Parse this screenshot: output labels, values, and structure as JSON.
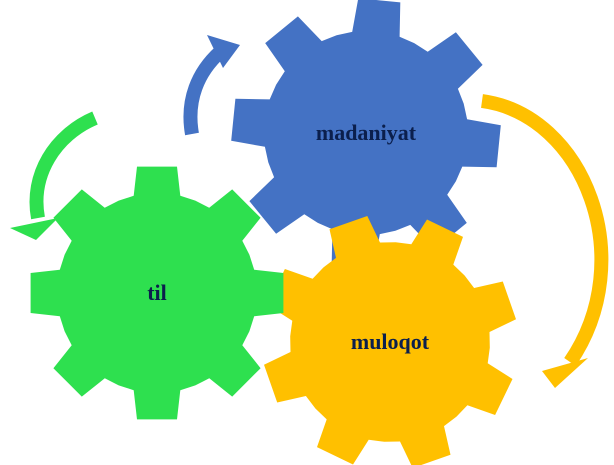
{
  "diagram": {
    "gears": [
      {
        "id": "madaniyat",
        "label": "madaniyat",
        "color": "#4472c4"
      },
      {
        "id": "til",
        "label": "til",
        "color": "#2ee04f"
      },
      {
        "id": "muloqot",
        "label": "muloqot",
        "color": "#ffc000"
      }
    ],
    "arrows": [
      {
        "id": "yellow",
        "color": "#ffc000",
        "direction": "clockwise",
        "from": "madaniyat",
        "to": "muloqot"
      },
      {
        "id": "green",
        "color": "#2ee04f",
        "direction": "counter-clockwise",
        "near": "til"
      },
      {
        "id": "blue",
        "color": "#4472c4",
        "direction": "upward",
        "near": "madaniyat"
      }
    ],
    "text_color": "#0b1f4d"
  }
}
